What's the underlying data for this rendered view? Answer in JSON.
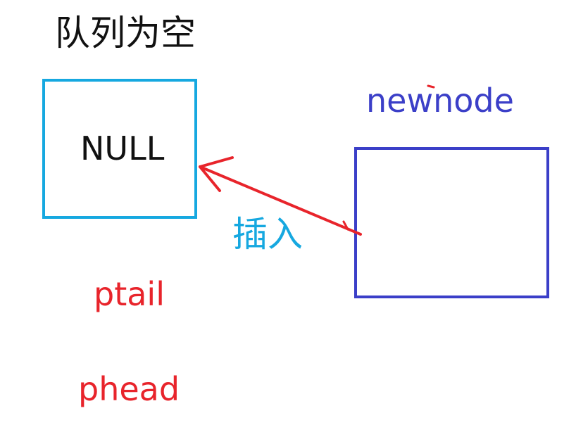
{
  "title": "队列为空",
  "queue_box": {
    "text": "NULL"
  },
  "newnode": {
    "label": "newnode"
  },
  "arrow": {
    "label": "插入"
  },
  "pointers": {
    "ptail": "ptail",
    "phead": "phead"
  },
  "colors": {
    "queue_box_border": "#16a8e0",
    "newnode_color": "#3b3fc8",
    "arrow_color": "#e8242b",
    "insert_label_color": "#16a8e0",
    "pointer_label_color": "#e8242b",
    "text_color": "#111111"
  }
}
